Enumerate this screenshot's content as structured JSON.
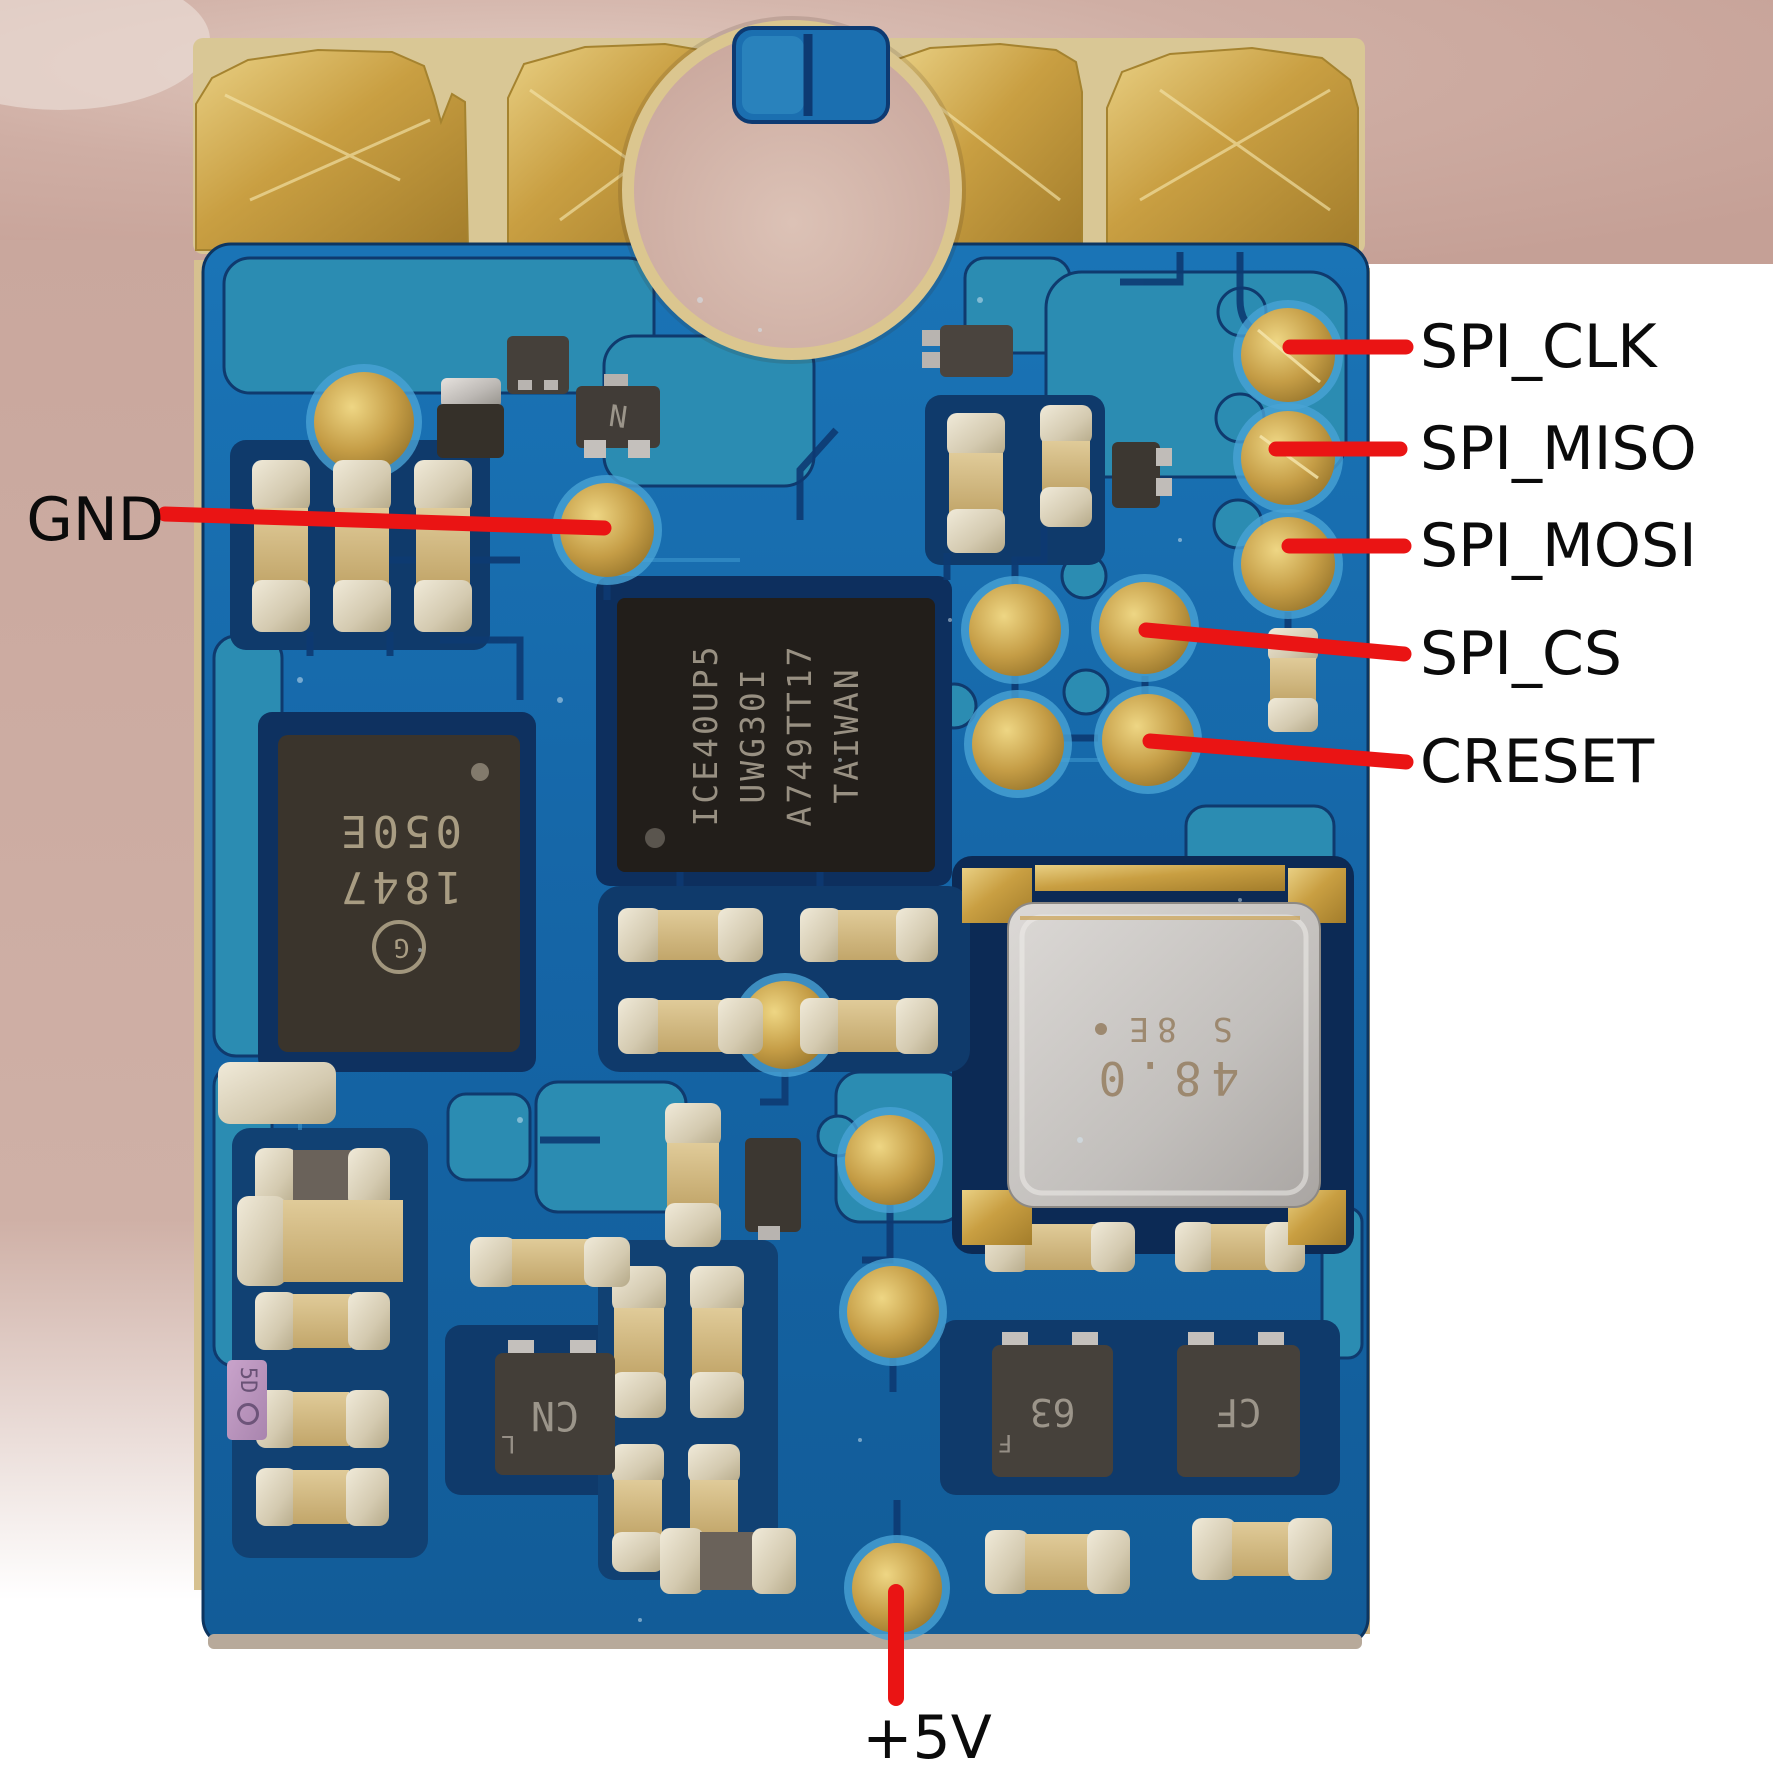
{
  "annotations": {
    "gnd": "GND",
    "spi_clk": "SPI_CLK",
    "spi_miso": "SPI_MISO",
    "spi_mosi": "SPI_MOSI",
    "spi_cs": "SPI_CS",
    "creset": "CRESET",
    "plus_5v": "+5V"
  },
  "components": {
    "fpga": {
      "marking_lines": [
        "ICE40UP5",
        "UWG30I",
        "A749TT17",
        "TAIWAN"
      ]
    },
    "flash": {
      "logo": "G",
      "marking_lines": [
        "1847",
        "050E"
      ]
    },
    "oscillator": {
      "marking_lines": [
        "48.0",
        "S 8E"
      ]
    },
    "transistor_top": {
      "marking": "N"
    },
    "transistor_cn": {
      "marking": "CN",
      "corner_mark": "L"
    },
    "transistor_63": {
      "marking": "63",
      "corner_mark": "F"
    },
    "transistor_cf": {
      "marking": "CF"
    },
    "purple_part": {
      "marking": "5D"
    }
  },
  "colors": {
    "annotation_red": "#ea1414",
    "board_blue": "#1668a8",
    "pour_teal": "#2b8cb2",
    "copper_gold": "#c8a24c",
    "background_pink": "#c9a59b",
    "label_text": "#0b0b0b"
  }
}
